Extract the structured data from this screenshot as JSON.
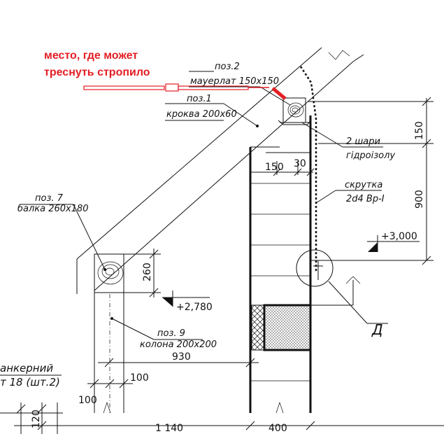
{
  "note": {
    "line1": "место, где может",
    "line2": "треснуть стропило",
    "color": "#e31e24"
  },
  "labels": {
    "pos2": "поз.2",
    "mauerlat": "мауерлат 150х150",
    "pos1": "поз.1",
    "rafter": "кроква 200х60",
    "waterproof1": "2 шари",
    "waterproof2": "гідроізолу",
    "twist1": "скрутка",
    "twist2": "2d4 Вр-І",
    "pos7": "поз. 7",
    "beam": "балка 260х180",
    "pos9": "поз. 9",
    "column": "колона 200х200",
    "anchor1": "анкерний",
    "anchor2": "т   18 (шт.2)",
    "node": "Д"
  },
  "dimensions": {
    "d150_top": "150",
    "d150": "150",
    "d30": "30",
    "d900": "900",
    "level_plus3000": "+3,000",
    "level_plus2780": "+2,780",
    "d260": "260",
    "d930": "930",
    "d100_right": "100",
    "d100_left": "100",
    "d120": "120",
    "d1140": "1 140",
    "d400": "400"
  }
}
